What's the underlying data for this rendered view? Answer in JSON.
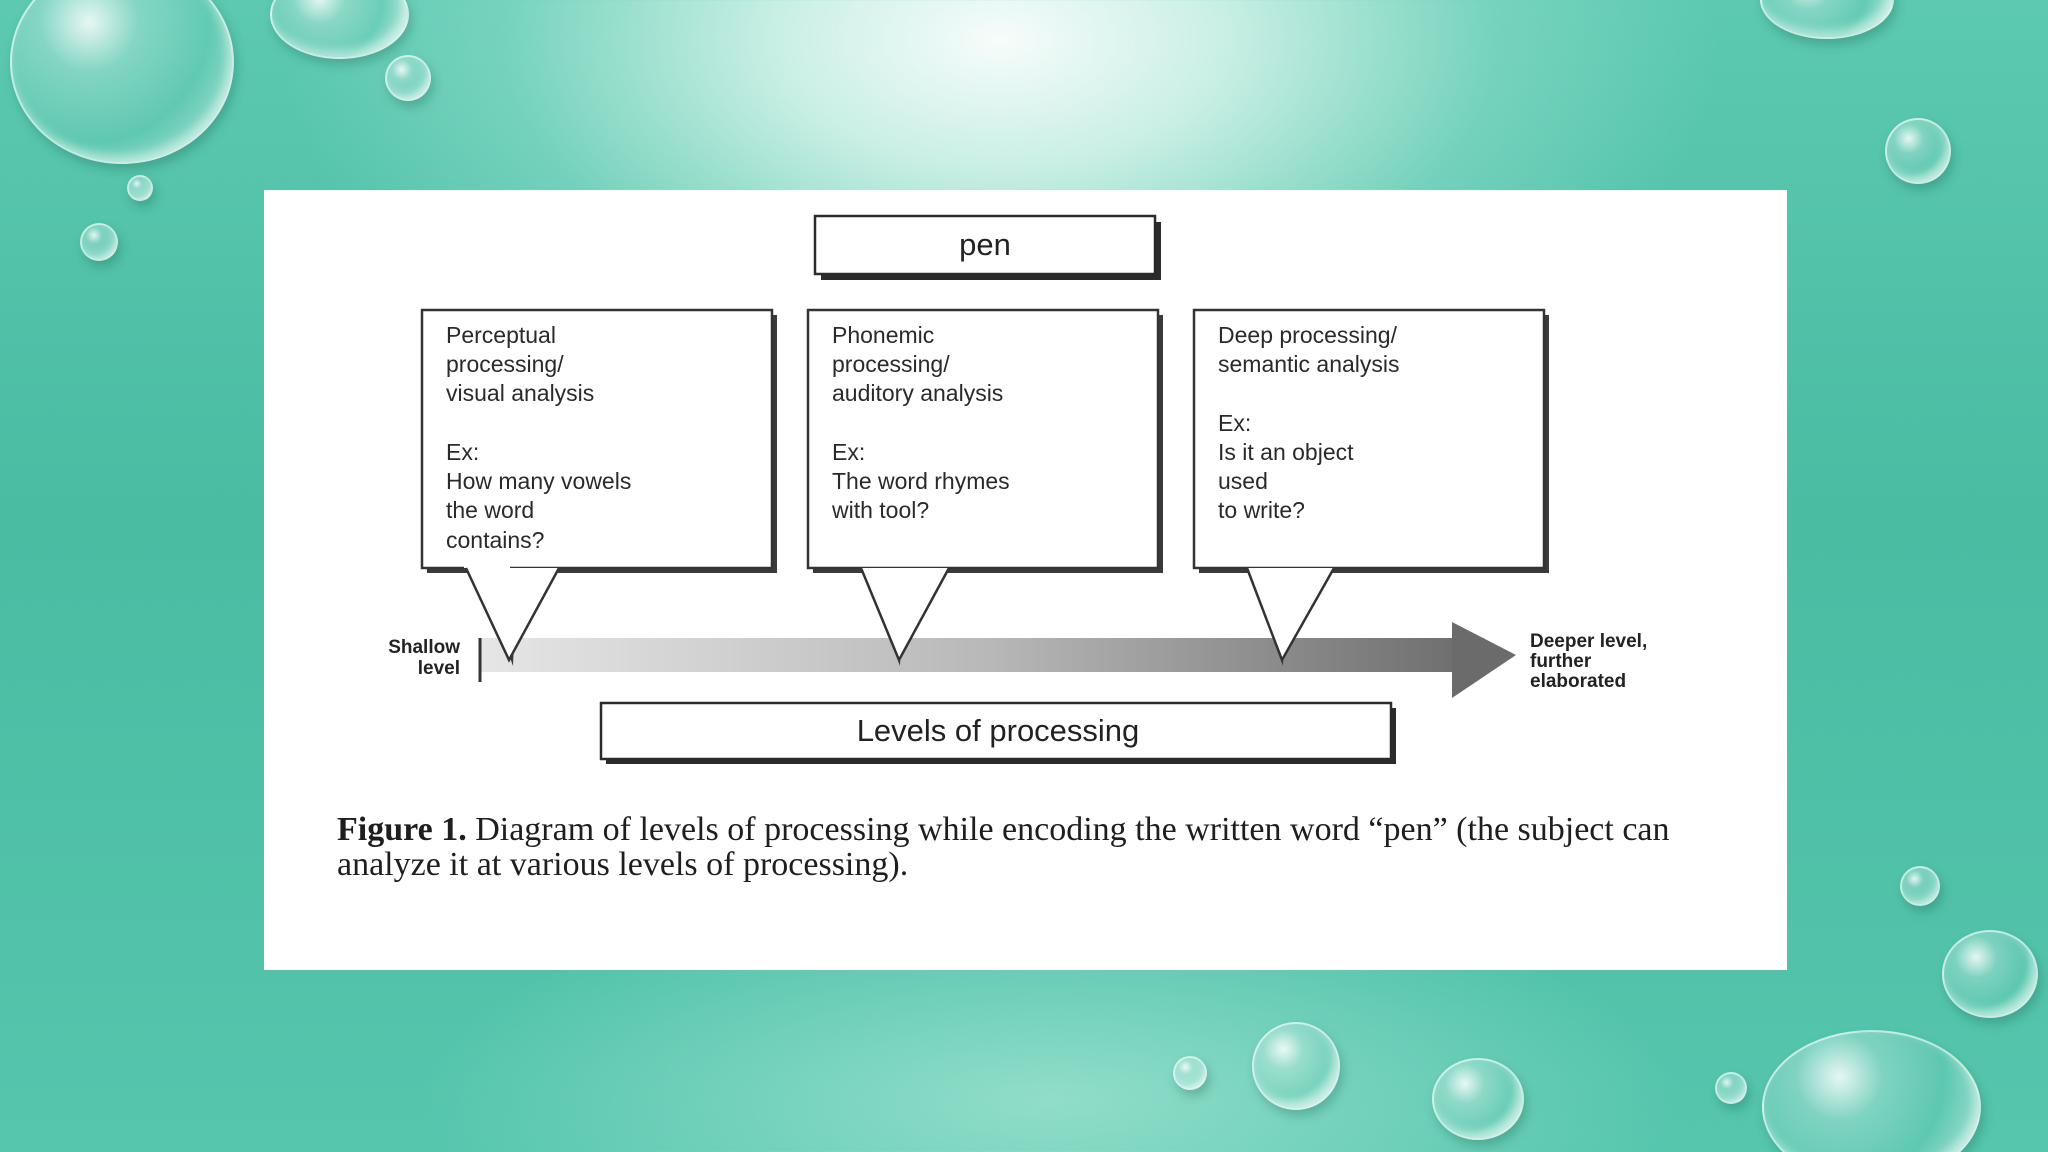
{
  "diagram": {
    "top_box": "pen",
    "callouts": [
      {
        "lines": [
          "Perceptual",
          "processing/",
          "visual analysis",
          "",
          "Ex:",
          "How many vowels",
          "the word",
          "contains?"
        ]
      },
      {
        "lines": [
          "Phonemic",
          "processing/",
          "auditory analysis",
          "",
          "Ex:",
          "The word rhymes",
          "with tool?"
        ]
      },
      {
        "lines": [
          "Deep processing/",
          "semantic analysis",
          "",
          "Ex:",
          "Is it an object",
          "used",
          "to write?"
        ]
      }
    ],
    "axis_start_label": [
      "Shallow",
      "level"
    ],
    "axis_end_label": [
      "Deeper level,",
      "further",
      "elaborated"
    ],
    "bottom_box": "Levels of processing"
  },
  "caption": {
    "label": "Figure 1.",
    "text": " Diagram of levels of processing while encoding the written word “pen” (the subject can analyze it at various levels of processing)."
  },
  "colors": {
    "background": "#49bca2",
    "panel": "#ffffff",
    "arrow_dark": "#6b6b6b",
    "arrow_light": "#dcdcdc"
  }
}
